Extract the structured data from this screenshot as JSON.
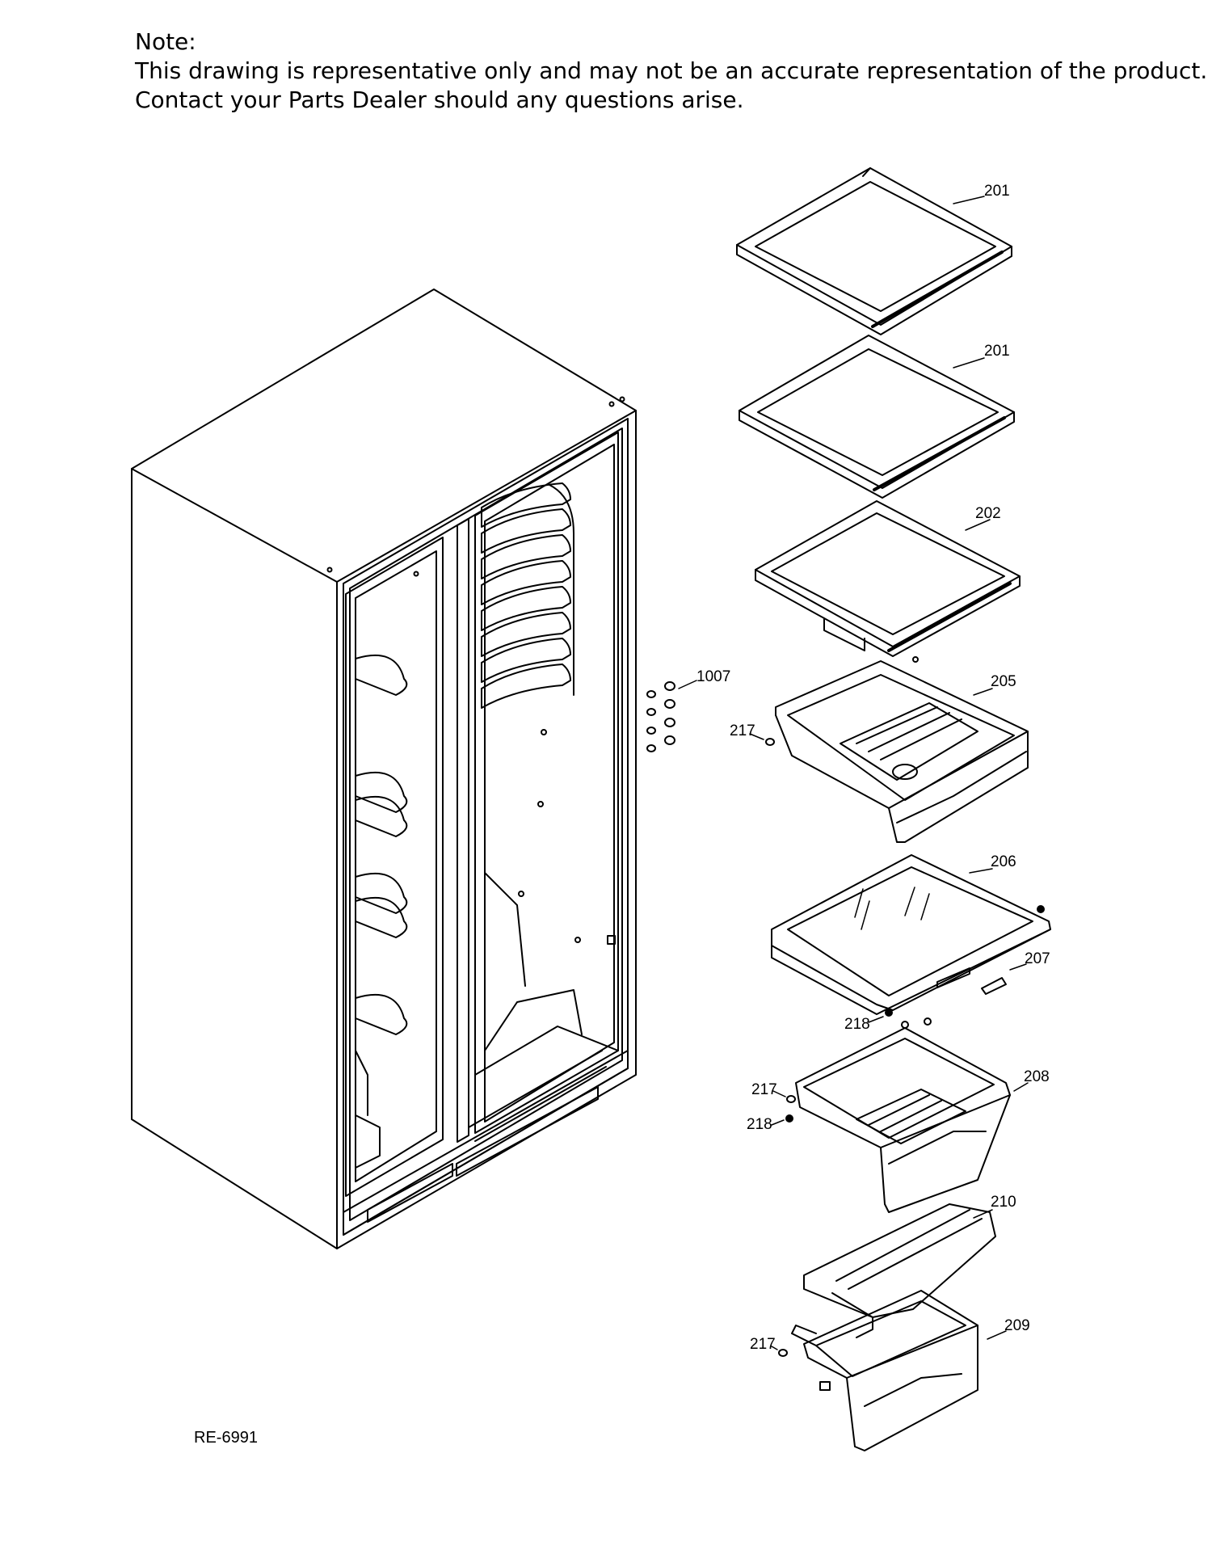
{
  "note": {
    "heading": "Note:",
    "line1": "This drawing is representative only and may not be an accurate representation of the product.",
    "line2": "Contact your Parts Dealer should any questions arise."
  },
  "callouts": [
    {
      "id": "c201a",
      "label": "201"
    },
    {
      "id": "c201b",
      "label": "201"
    },
    {
      "id": "c202",
      "label": "202"
    },
    {
      "id": "c1007",
      "label": "1007"
    },
    {
      "id": "c205",
      "label": "205"
    },
    {
      "id": "c217a",
      "label": "217"
    },
    {
      "id": "c206",
      "label": "206"
    },
    {
      "id": "c207",
      "label": "207"
    },
    {
      "id": "c218a",
      "label": "218"
    },
    {
      "id": "c217b",
      "label": "217"
    },
    {
      "id": "c208",
      "label": "208"
    },
    {
      "id": "c218b",
      "label": "218"
    },
    {
      "id": "c210",
      "label": "210"
    },
    {
      "id": "c209",
      "label": "209"
    },
    {
      "id": "c217c",
      "label": "217"
    }
  ],
  "drawing_ref": "RE-6991"
}
